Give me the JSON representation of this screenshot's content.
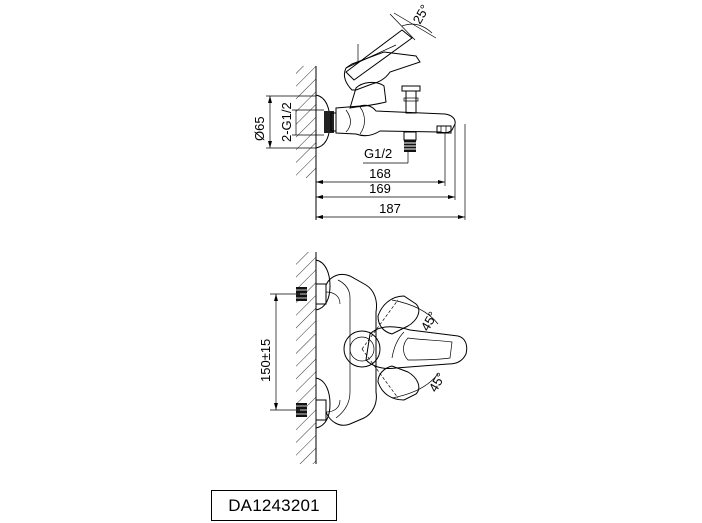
{
  "side_view": {
    "angle_label": "25°",
    "diameter_label": "Ø65",
    "thread_inlet_label": "2-G1/2",
    "thread_outlet_label": "G1/2",
    "dimensions": [
      "168",
      "169",
      "187"
    ]
  },
  "front_view": {
    "spacing_label": "150±15",
    "angle_upper_label": "45°",
    "angle_lower_label": "45°"
  },
  "model_number": "DA1243201"
}
